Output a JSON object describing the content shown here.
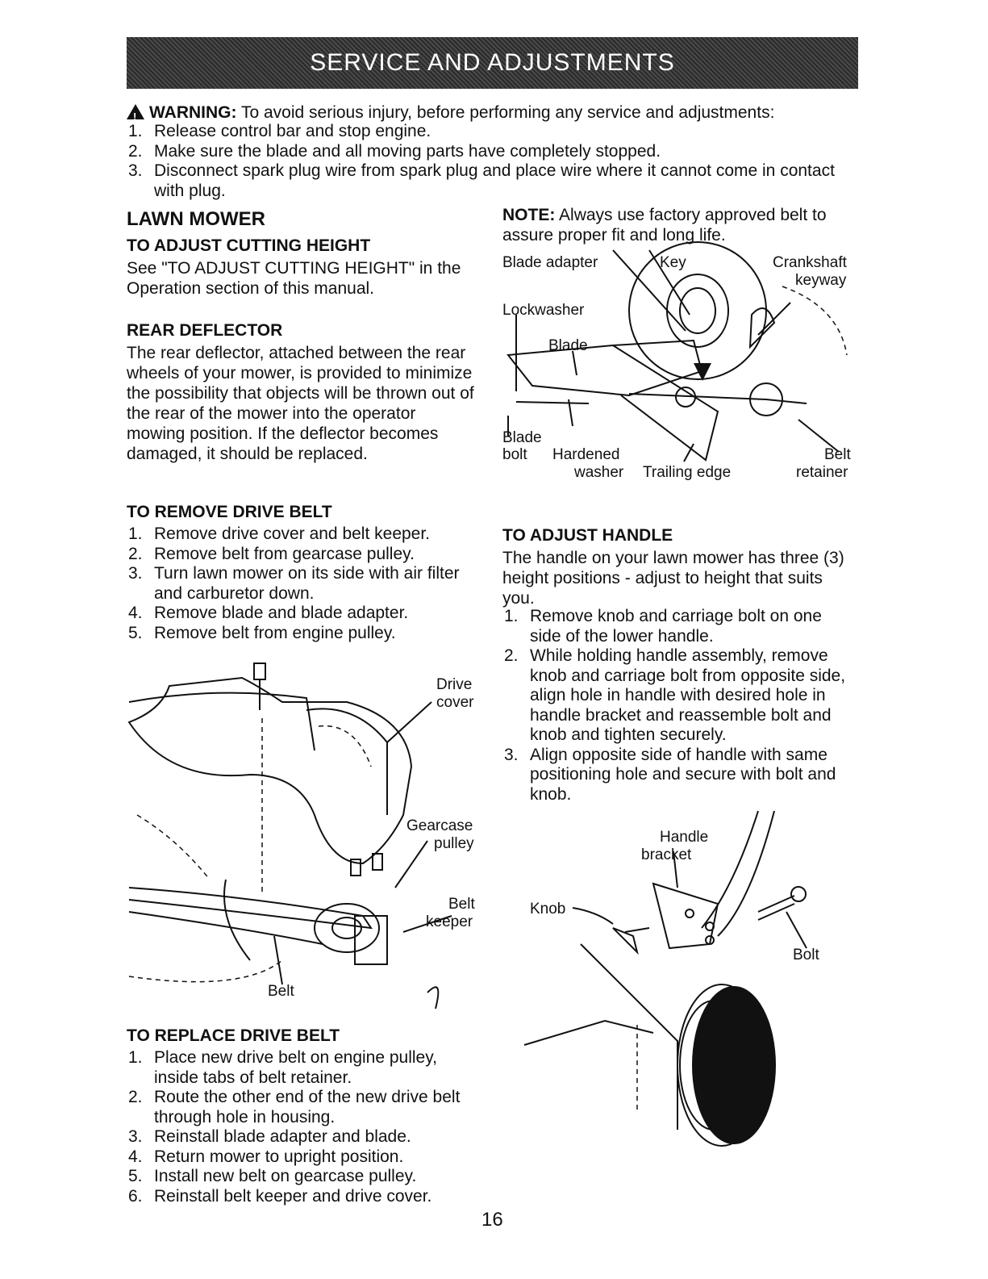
{
  "header": {
    "title": "SERVICE AND ADJUSTMENTS"
  },
  "warning": {
    "label": "WARNING:",
    "text": "To avoid serious injury, before performing any service and adjustments:",
    "items": [
      {
        "n": "1.",
        "text": "Release control bar and stop engine."
      },
      {
        "n": "2.",
        "text": "Make sure the blade and all moving parts have completely stopped."
      },
      {
        "n": "3.",
        "text": "Disconnect spark plug wire from spark plug and place wire where it cannot come in contact with plug."
      }
    ]
  },
  "lawn_mower": {
    "title": "LAWN MOWER",
    "cutting_height": {
      "title": "TO ADJUST CUTTING HEIGHT",
      "text": "See \"TO ADJUST CUTTING HEIGHT\" in the Operation section of this manual."
    },
    "rear_deflector": {
      "title": "REAR DEFLECTOR",
      "text": "The rear deflector, attached between the rear wheels of your mower, is provided to minimize the possibility that objects will be thrown out of the rear of the mower into the operator mowing position. If the deflector becomes damaged, it should be replaced."
    }
  },
  "note": {
    "label": "NOTE:",
    "text": "Always use factory approved belt to assure proper fit and long life."
  },
  "blade_figure": {
    "blade_adapter": "Blade adapter",
    "key": "Key",
    "crankshaft": "Crankshaft",
    "keyway": "keyway",
    "lockwasher": "Lockwasher",
    "blade": "Blade",
    "blade_bolt_1": "Blade",
    "blade_bolt_2": "bolt",
    "hardened_1": "Hardened",
    "hardened_2": "washer",
    "trailing_edge": "Trailing edge",
    "belt_retainer_1": "Belt",
    "belt_retainer_2": "retainer"
  },
  "remove_belt": {
    "title": "TO REMOVE DRIVE BELT",
    "items": [
      {
        "n": "1.",
        "text": "Remove drive cover and belt keeper."
      },
      {
        "n": "2.",
        "text": "Remove belt from gearcase pulley."
      },
      {
        "n": "3.",
        "text": "Turn lawn mower on its side with air filter and carburetor down."
      },
      {
        "n": "4.",
        "text": "Remove blade and blade adapter."
      },
      {
        "n": "5.",
        "text": "Remove belt from engine pulley."
      }
    ]
  },
  "belt_figure": {
    "drive_1": "Drive",
    "drive_2": "cover",
    "gearcase_1": "Gearcase",
    "gearcase_2": "pulley",
    "keeper_1": "Belt",
    "keeper_2": "keeper",
    "belt": "Belt"
  },
  "replace_belt": {
    "title": "TO REPLACE DRIVE BELT",
    "items": [
      {
        "n": "1.",
        "text": "Place new drive belt on engine pulley, inside tabs of belt retainer."
      },
      {
        "n": "2.",
        "text": "Route the other end of the new drive belt through hole in housing."
      },
      {
        "n": "3.",
        "text": "Reinstall blade adapter and blade."
      },
      {
        "n": "4.",
        "text": "Return mower to upright position."
      },
      {
        "n": "5.",
        "text": "Install new belt on gearcase pulley."
      },
      {
        "n": "6.",
        "text": "Reinstall belt keeper and drive cover."
      }
    ]
  },
  "adjust_handle": {
    "title": "TO ADJUST HANDLE",
    "text": "The handle on your lawn mower has three (3) height positions - adjust to height that suits you.",
    "items": [
      {
        "n": "1.",
        "text": "Remove knob and carriage bolt on one side of the lower handle."
      },
      {
        "n": "2.",
        "text": "While holding handle assembly, remove knob and carriage bolt from opposite side, align hole in handle with desired hole in handle bracket and reassemble bolt and knob and tighten securely."
      },
      {
        "n": "3.",
        "text": "Align opposite side of handle with same positioning hole and secure with bolt and knob."
      }
    ]
  },
  "handle_figure": {
    "bracket_1": "Handle",
    "bracket_2": "bracket",
    "knob": "Knob",
    "bolt": "Bolt"
  },
  "page_number": "16"
}
